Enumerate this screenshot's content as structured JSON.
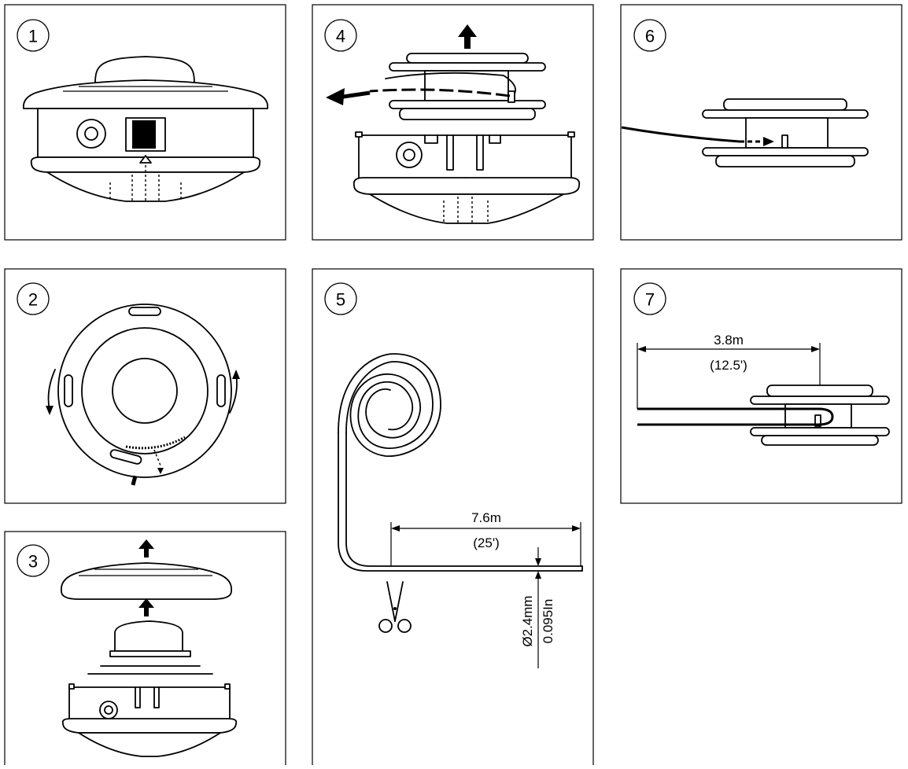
{
  "panels": [
    {
      "id": "p1",
      "step": "1"
    },
    {
      "id": "p2",
      "step": "2"
    },
    {
      "id": "p3",
      "step": "3"
    },
    {
      "id": "p4",
      "step": "4"
    },
    {
      "id": "p5",
      "step": "5"
    },
    {
      "id": "p6",
      "step": "6"
    },
    {
      "id": "p7",
      "step": "7"
    }
  ],
  "dimensions": {
    "line_length": "7.6m",
    "line_length_ft": "(25')",
    "line_diameter_mm": "Ø2.4mm",
    "line_diameter_in": "0.095In",
    "half_length": "3.8m",
    "half_length_ft": "(12.5')"
  },
  "colors": {
    "ink": "#000000",
    "paper": "#ffffff"
  },
  "icons": [
    "up-arrow-icon",
    "rotate-arrow-icon",
    "scissors-icon",
    "insert-arrow-icon"
  ]
}
